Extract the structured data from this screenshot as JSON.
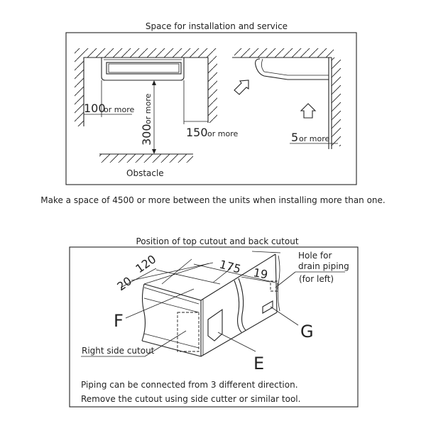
{
  "installation": {
    "title": "Space for installation and service",
    "dim_100": "100",
    "dim_300": "300",
    "dim_150": "150",
    "dim_5": "5",
    "or_more": "or more",
    "obstacle": "Obstacle",
    "caption": "Make a space of 4500 or more between the units when installing more than one."
  },
  "cutout": {
    "title": "Position of top cutout and back cutout",
    "dim_20": "20",
    "dim_120": "120",
    "dim_175": "175",
    "dim_19": "19",
    "label_f": "F",
    "label_e": "E",
    "label_g": "G",
    "hole_line1": "Hole for",
    "hole_line2": "drain piping",
    "hole_line3": "(for left)",
    "right_side_cutout": "Right side cutout",
    "note1": "Piping can be connected from 3 different direction.",
    "note2": "Remove the cutout using side cutter or similar tool."
  }
}
